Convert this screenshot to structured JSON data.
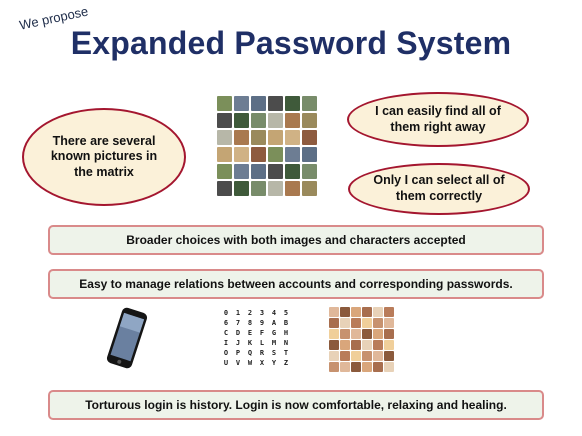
{
  "header": {
    "proposal": "We propose",
    "title": "Expanded Password System"
  },
  "bubbles": {
    "known_pictures": "There are several known pictures in the matrix",
    "find_right_away": "I can easily find all of them right away",
    "select_correctly": "Only I can select all of them correctly"
  },
  "banners": {
    "broader_choices": "Broader choices with both images and characters accepted",
    "easy_manage": "Easy to manage relations between accounts and corresponding passwords.",
    "login_history": "Torturous login is history.  Login is now comfortable, relaxing and healing."
  },
  "character_matrix": [
    "0",
    "1",
    "2",
    "3",
    "4",
    "5",
    "6",
    "7",
    "8",
    "9",
    "A",
    "B",
    "C",
    "D",
    "E",
    "F",
    "G",
    "H",
    "I",
    "J",
    "K",
    "L",
    "M",
    "N",
    "O",
    "P",
    "Q",
    "R",
    "S",
    "T",
    "U",
    "V",
    "W",
    "X",
    "Y",
    "Z"
  ],
  "colors": {
    "title": "#1f2f66",
    "oval_fill": "#fbf1d9",
    "oval_border": "#a4162f",
    "banner_fill": "#eef3ea",
    "banner_border": "#d98a8a"
  },
  "images": {
    "photo_matrix_cols": 6,
    "photo_matrix_rows": 6,
    "face_matrix_cols": 6,
    "face_matrix_rows": 6
  }
}
